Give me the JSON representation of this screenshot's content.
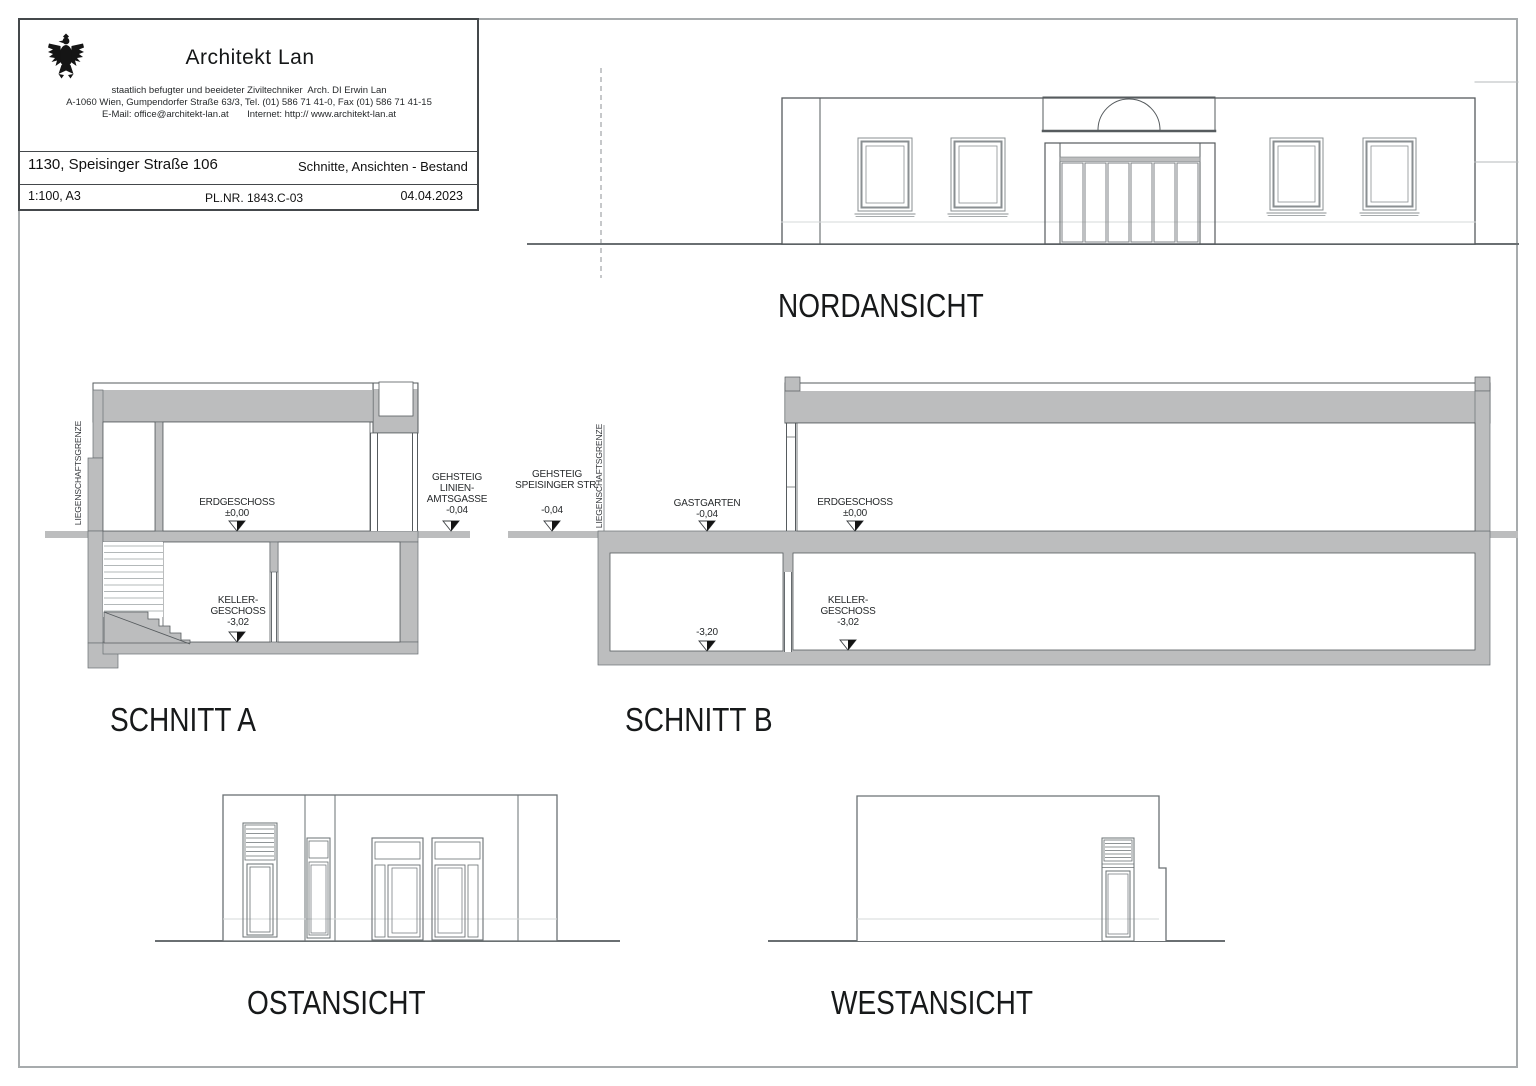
{
  "title_block": {
    "firm_name": "Architekt Lan",
    "credentials": "staatlich befugter und beeideter Ziviltechniker  Arch. DI Erwin Lan",
    "address": "A-1060 Wien, Gumpendorfer Straße 63/3, Tel. (01) 586 71 41-0, Fax (01) 586 71 41-15",
    "contact": "E-Mail: office@architekt-lan.at       Internet: http:// www.architekt-lan.at",
    "project": "1130, Speisinger Straße 106",
    "sheet_title": "Schnitte, Ansichten - Bestand",
    "scale_format": "1:100, A3",
    "plan_number": "PL.NR. 1843.C-03",
    "date": "04.04.2023"
  },
  "labels": {
    "nordansicht": "NORDANSICHT",
    "schnitt_a": "SCHNITT A",
    "schnitt_b": "SCHNITT B",
    "ostansicht": "OSTANSICHT",
    "westansicht": "WESTANSICHT"
  },
  "schnitt_a": {
    "boundary": "LIEGENSCHAFTSGRENZE",
    "erdgeschoss": "ERDGESCHOSS",
    "erdgeschoss_level": "±0,00",
    "keller_line1": "KELLER-",
    "keller_line2": "GESCHOSS",
    "keller_level": "-3,02",
    "gehsteig_line1": "GEHSTEIG",
    "gehsteig_line2": "LINIEN-",
    "gehsteig_line3": "AMTSGASSE",
    "gehsteig_level": "-0,04"
  },
  "schnitt_b": {
    "boundary": "LIEGENSCHAFTSGRENZE",
    "gehsteig_line1": "GEHSTEIG",
    "gehsteig_line2": "SPEISINGER STR.",
    "gehsteig_level": "-0,04",
    "gastgarten": "GASTGARTEN",
    "gastgarten_level": "-0,04",
    "erdgeschoss": "ERDGESCHOSS",
    "erdgeschoss_level": "±0,00",
    "keller_line1": "KELLER-",
    "keller_line2": "GESCHOSS",
    "keller_level": "-3,02",
    "basement_floor_level": "-3,20"
  },
  "colors": {
    "wall_fill": "#bcbdbe",
    "line": "#565b5e",
    "ink": "#151515"
  }
}
